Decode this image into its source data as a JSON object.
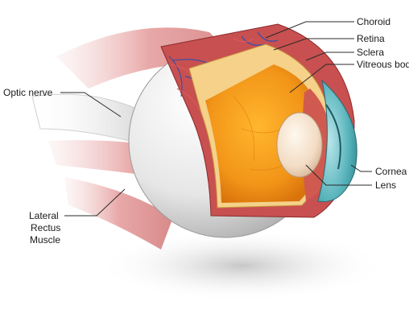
{
  "diagram": {
    "subject": "eye-anatomy-cutaway",
    "labels": {
      "choroid": "Choroid",
      "retina": "Retina",
      "sclera": "Sclera",
      "vitreous_body": "Vitreous body",
      "optic_nerve": "Optic nerve",
      "cornea": "Cornea",
      "lens": "Lens",
      "lateral_rectus_line1": "Lateral",
      "lateral_rectus_line2": "Rectus",
      "lateral_rectus_line3": "Muscle"
    },
    "colors": {
      "sclera": "#e8e8e8",
      "muscle": "#e0a0a0",
      "retina": "#f5d18a",
      "vitreous": "#f0a020",
      "cornea": "#6fc0c8",
      "lens": "#f4e2cc",
      "vessel_red": "#c83a3a",
      "vessel_blue": "#3a4fa8"
    }
  }
}
